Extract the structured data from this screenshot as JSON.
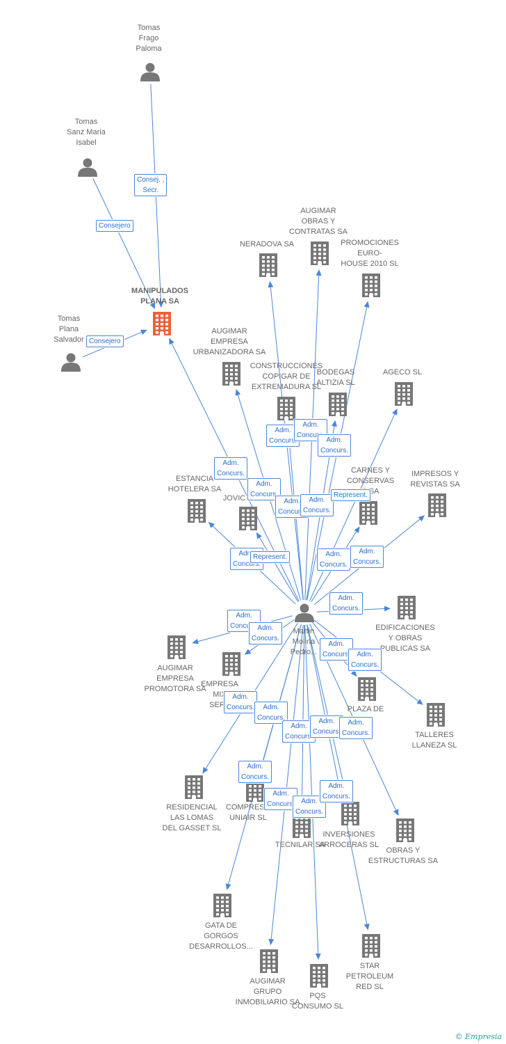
{
  "colors": {
    "edge": "#4a86d8",
    "node": "#777777",
    "focus": "#f0603a",
    "badge_text": "#2a6ed0"
  },
  "icons": {
    "person": "person-icon",
    "company": "building-icon"
  },
  "credit": {
    "symbol": "©",
    "brand": "Empresia"
  },
  "nodes": [
    {
      "id": "tomas_frago",
      "type": "person",
      "label": "Tomas\nFrago\nPaloma"
    },
    {
      "id": "tomas_sanz",
      "type": "person",
      "label": "Tomas\nSanz Maria\nIsabel"
    },
    {
      "id": "manipulados",
      "type": "company",
      "focus": true,
      "label": "MANIPULADOS\nPLANA SA"
    },
    {
      "id": "tomas_plana",
      "type": "person",
      "label": "Tomas\nPlana\nSalvador"
    },
    {
      "id": "augimar_oc",
      "type": "company",
      "label": "AUGIMAR\nOBRAS Y\nCONTRATAS SA"
    },
    {
      "id": "neradova",
      "type": "company",
      "label": "NERADOVA SA"
    },
    {
      "id": "promociones_euro",
      "type": "company",
      "label": "PROMOCIONES\nEURO-\nHOUSE 2010 SL"
    },
    {
      "id": "augimar_urb",
      "type": "company",
      "label": "AUGIMAR\nEMPRESA\nURBANIZADORA SA"
    },
    {
      "id": "construcciones",
      "type": "company",
      "label": "CONSTRUCCIONES\nCOPIGAR DE\nEXTREMADURA SL"
    },
    {
      "id": "bodegas",
      "type": "company",
      "label": "BODEGAS\nALTIZIA SL"
    },
    {
      "id": "ageco",
      "type": "company",
      "label": "AGECO SL"
    },
    {
      "id": "estancia",
      "type": "company",
      "label": "ESTANCIA\nHOTELERA SA"
    },
    {
      "id": "jovic",
      "type": "company",
      "label": "JOVIC"
    },
    {
      "id": "carnes",
      "type": "company",
      "label": "CARNES Y\nCONSERVAS\nS SA"
    },
    {
      "id": "impresos",
      "type": "company",
      "label": "IMPRESOS Y\nREVISTAS SA"
    },
    {
      "id": "martin",
      "type": "person",
      "label": "Martin\nMolina\nPedro..."
    },
    {
      "id": "edificaciones",
      "type": "company",
      "label": "EDIFICACIONES\nY OBRAS\nPUBLICAS SA"
    },
    {
      "id": "augimar_prom",
      "type": "company",
      "label": "AUGIMAR\nEMPRESA\nPROMOTORA SA"
    },
    {
      "id": "empresa_mix",
      "type": "company",
      "label": "EMPRESA\nMIX\nSERV"
    },
    {
      "id": "plaza",
      "type": "company",
      "label": "PLAZA DE\nA"
    },
    {
      "id": "talleres",
      "type": "company",
      "label": "TALLERES\nLLANEZA SL"
    },
    {
      "id": "residencial",
      "type": "company",
      "label": "RESIDENCIAL\nLAS LOMAS\nDEL GASSET SL"
    },
    {
      "id": "compresores",
      "type": "company",
      "label": "COMPRESO\nUNIAIR SL"
    },
    {
      "id": "tecnilar",
      "type": "company",
      "label": "TECNILAR SA"
    },
    {
      "id": "inversiones",
      "type": "company",
      "label": "INVERSIONES\nARROCERAS SL"
    },
    {
      "id": "obras_estr",
      "type": "company",
      "label": "OBRAS Y\nESTRUCTURAS SA"
    },
    {
      "id": "gata",
      "type": "company",
      "label": "GATA DE\nGORGOS\nDESARROLLOS..."
    },
    {
      "id": "augimar_grupo",
      "type": "company",
      "label": "AUGIMAR\nGRUPO\nINMOBILIARIO SA"
    },
    {
      "id": "pqs",
      "type": "company",
      "label": "PQS\nCONSUMO SL"
    },
    {
      "id": "star",
      "type": "company",
      "label": "STAR\nPETROLEUM\nRED SL"
    }
  ],
  "edges": [
    {
      "from": "tomas_frago",
      "to": "manipulados",
      "label": "Consej. ,\nSecr."
    },
    {
      "from": "tomas_sanz",
      "to": "manipulados",
      "label": "Consejero"
    },
    {
      "from": "tomas_plana",
      "to": "manipulados",
      "label": "Consejero"
    },
    {
      "from": "martin",
      "to": "manipulados",
      "label": "Adm.\nConcurs."
    },
    {
      "from": "martin",
      "to": "augimar_urb",
      "label": "Adm.\nConcurs."
    },
    {
      "from": "martin",
      "to": "neradova",
      "label": "Adm.\nConcurs."
    },
    {
      "from": "martin",
      "to": "augimar_oc",
      "label": "Adm.\nConcurs."
    },
    {
      "from": "martin",
      "to": "promociones_euro",
      "label": "Adm.\nConcurs."
    },
    {
      "from": "martin",
      "to": "construcciones",
      "label": "Adm.\nConcurs."
    },
    {
      "from": "martin",
      "to": "bodegas",
      "label": "Adm.\nConcurs."
    },
    {
      "from": "martin",
      "to": "ageco",
      "label": "Represent."
    },
    {
      "from": "martin",
      "to": "estancia",
      "label": "Adm.\nConcurs."
    },
    {
      "from": "martin",
      "to": "jovic",
      "label": "Represent."
    },
    {
      "from": "martin",
      "to": "carnes",
      "label": "Adm.\nConcurs."
    },
    {
      "from": "martin",
      "to": "impresos",
      "label": "Adm.\nConcurs."
    },
    {
      "from": "martin",
      "to": "edificaciones",
      "label": "Adm.\nConcurs."
    },
    {
      "from": "martin",
      "to": "augimar_prom",
      "label": "Adm.\nConcurs."
    },
    {
      "from": "martin",
      "to": "empresa_mix",
      "label": "Adm.\nConcurs."
    },
    {
      "from": "martin",
      "to": "plaza",
      "label": "Adm.\nConcurs."
    },
    {
      "from": "martin",
      "to": "talleres",
      "label": "Adm.\nConcurs."
    },
    {
      "from": "martin",
      "to": "residencial",
      "label": "Adm.\nConcurs."
    },
    {
      "from": "martin",
      "to": "compresores",
      "label": "Adm.\nConcurs."
    },
    {
      "from": "martin",
      "to": "tecnilar",
      "label": "Adm.\nConcurs."
    },
    {
      "from": "martin",
      "to": "inversiones",
      "label": "Adm.\nConcurs."
    },
    {
      "from": "martin",
      "to": "obras_estr",
      "label": "Adm.\nConcurs."
    },
    {
      "from": "martin",
      "to": "gata",
      "label": "Adm.\nConcurs."
    },
    {
      "from": "martin",
      "to": "augimar_grupo",
      "label": "Adm.\nConcurs."
    },
    {
      "from": "martin",
      "to": "pqs",
      "label": "Adm.\nConcurs."
    },
    {
      "from": "martin",
      "to": "star",
      "label": "Adm.\nConcurs."
    }
  ]
}
